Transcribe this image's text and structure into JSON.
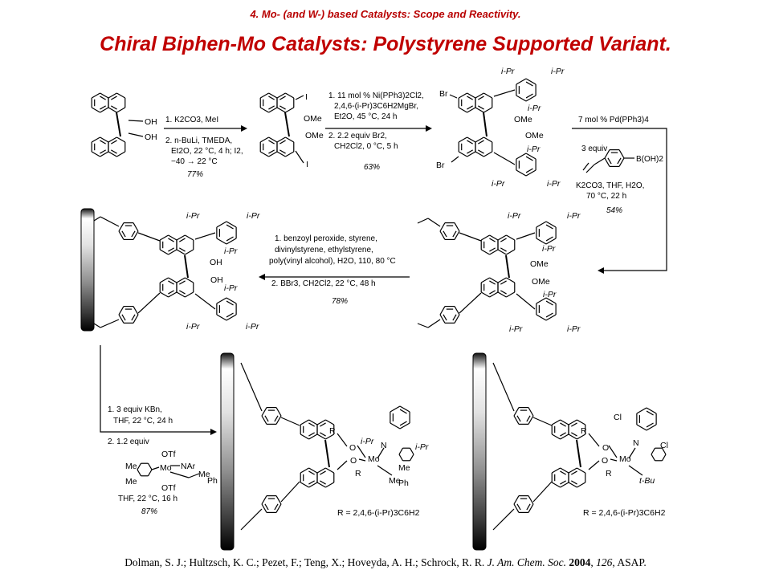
{
  "header": {
    "subtitle": "4. Mo- (and W-) based Catalysts:  Scope and Reactivity.",
    "title": "Chiral Biphen-Mo Catalysts: Polystyrene Supported Variant."
  },
  "citation": {
    "authors": "Dolman, S. J.; Hultzsch, K. C.; Pezet, F.; Teng, X.; Hoveyda, A. H.; Schrock, R. R.",
    "journal": "J. Am. Chem. Soc.",
    "year": "2004",
    "volume": "126",
    "pages": "ASAP."
  },
  "step1": {
    "line1": "1. K2CO3, MeI",
    "line2": "2.  n-BuLi, TMEDA,",
    "line3": "Et2O, 22 °C, 4 h; I2,",
    "line4": "−40 → 22 °C",
    "yield": "77%"
  },
  "step2": {
    "line1": "1. 11 mol % Ni(PPh3)2Cl2,",
    "line2": "2,4,6-(i-Pr)3C6H2MgBr,",
    "line3": "Et2O, 45 °C, 24 h",
    "line4": "2.  2.2 equiv Br2,",
    "line5": "CH2Cl2, 0 °C, 5 h",
    "yield": "63%"
  },
  "step3": {
    "line1": "7 mol % Pd(PPh3)4",
    "line2": "3 equiv",
    "reagent": "B(OH)2",
    "line3": "K2CO3, THF, H2O,",
    "line4": "70 °C, 22 h",
    "yield": "54%"
  },
  "step4": {
    "line1": "1.  benzoyl peroxide, styrene,",
    "line2": "divinylstyrene, ethylstyrene,",
    "line3": "poly(vinyl alcohol), H2O, 110, 80 °C",
    "line4": "2.  BBr3, CH2Cl2, 22 °C, 48 h",
    "yield": "78%"
  },
  "step5": {
    "line1": "1.  3 equiv KBn,",
    "line2": "THF, 22 °C, 24 h",
    "line3": "2.  1.2 equiv",
    "line4": "THF, 22 °C, 16 h",
    "yield": "87%"
  },
  "labels": {
    "oh": "OH",
    "ome": "OMe",
    "i": "I",
    "br": "Br",
    "ipr": "i-Pr",
    "o": "O",
    "mo": "Mo",
    "n": "N",
    "r": "R",
    "me": "Me",
    "ph": "Ph",
    "otf": "OTf",
    "nar": "NAr",
    "cl": "Cl",
    "tbu": "t-Bu",
    "r_def1": "R = 2,4,6-(i-Pr)3C6H2",
    "r_def2": "R = 2,4,6-(i-Pr)3C6H2"
  },
  "colors": {
    "title": "#c00000",
    "subtitle": "#b80000",
    "ink": "#000000"
  }
}
